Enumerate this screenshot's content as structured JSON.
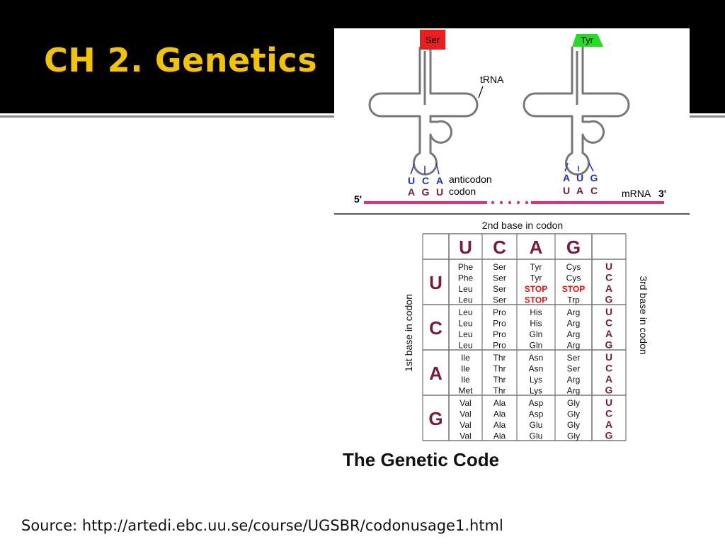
{
  "slide": {
    "title": "CH 2. Genetics",
    "source": "Source: http://artedi.ebc.uu.se/course/UGSBR/codonusage1.html"
  },
  "trna_diagram": {
    "trna_label": "tRNA",
    "left": {
      "amino_acid": "Ser",
      "anticodon": [
        "U",
        "C",
        "A"
      ],
      "codon": [
        "A",
        "G",
        "U"
      ],
      "tag_color": "#ee1c1c"
    },
    "right": {
      "amino_acid": "Tyr",
      "anticodon": [
        "A",
        "U",
        "G"
      ],
      "codon": [
        "U",
        "A",
        "C"
      ],
      "tag_color": "#22dd22"
    },
    "anticodon_label": "anticodon",
    "codon_label": "codon",
    "five_prime": "5'",
    "mrna_label": "mRNA",
    "three_prime": "3'",
    "colors": {
      "mrna": "#e0307a",
      "anticodon": "#2030c8",
      "codon": "#7a1a3a",
      "outline": "#777777"
    }
  },
  "genetic_code": {
    "second_base_label": "2nd base in codon",
    "first_base_label": "1st base in codon",
    "third_base_label": "3rd base in codon",
    "bases": [
      "U",
      "C",
      "A",
      "G"
    ],
    "caption": "The Genetic Code",
    "colors": {
      "base": "#7a1a3a",
      "stop": "#ee1111",
      "text": "#111111"
    },
    "rows": [
      {
        "base": "U",
        "cells": [
          [
            "Phe",
            "Phe",
            "Leu",
            "Leu"
          ],
          [
            "Ser",
            "Ser",
            "Ser",
            "Ser"
          ],
          [
            "Tyr",
            "Tyr",
            "STOP",
            "STOP"
          ],
          [
            "Cys",
            "Cys",
            "STOP",
            "Trp"
          ]
        ]
      },
      {
        "base": "C",
        "cells": [
          [
            "Leu",
            "Leu",
            "Leu",
            "Leu"
          ],
          [
            "Pro",
            "Pro",
            "Pro",
            "Pro"
          ],
          [
            "His",
            "His",
            "Gln",
            "Gln"
          ],
          [
            "Arg",
            "Arg",
            "Arg",
            "Arg"
          ]
        ]
      },
      {
        "base": "A",
        "cells": [
          [
            "Ile",
            "Ile",
            "Ile",
            "Met"
          ],
          [
            "Thr",
            "Thr",
            "Thr",
            "Thr"
          ],
          [
            "Asn",
            "Asn",
            "Lys",
            "Lys"
          ],
          [
            "Ser",
            "Ser",
            "Arg",
            "Arg"
          ]
        ]
      },
      {
        "base": "G",
        "cells": [
          [
            "Val",
            "Val",
            "Val",
            "Val"
          ],
          [
            "Ala",
            "Ala",
            "Ala",
            "Ala"
          ],
          [
            "Asp",
            "Asp",
            "Glu",
            "Glu"
          ],
          [
            "Gly",
            "Gly",
            "Gly",
            "Gly"
          ]
        ]
      }
    ]
  }
}
